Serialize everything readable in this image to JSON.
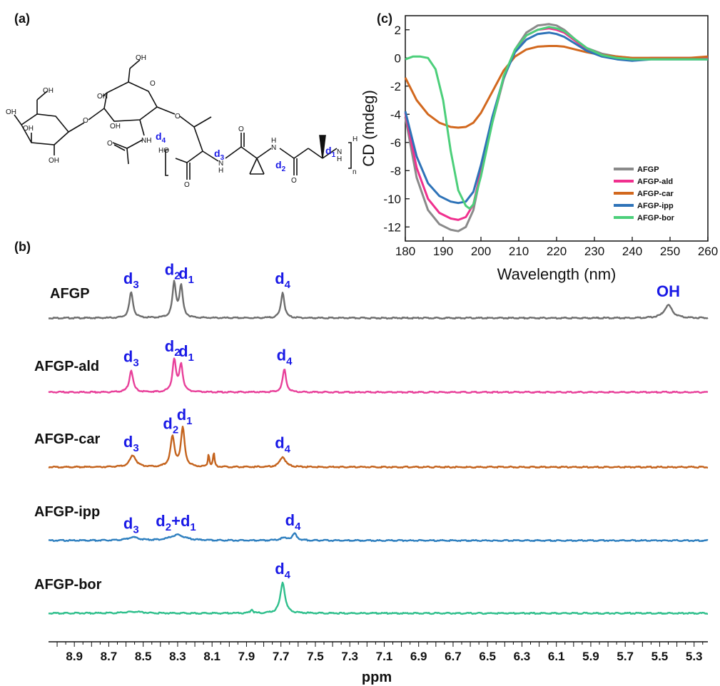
{
  "panel_labels": {
    "a": "(a)",
    "b": "(b)",
    "c": "(c)"
  },
  "colors": {
    "AFGP": "#6e6e6e",
    "AFGP-ald": "#e8409a",
    "AFGP-car": "#c4631d",
    "AFGP-ipp": "#2e7fbf",
    "AFGP-bor": "#2fbf8c",
    "cd_AFGP": "#8a8a8a",
    "cd_ald": "#f0308e",
    "cd_car": "#d2681e",
    "cd_ipp": "#2e73b8",
    "cd_bor": "#4ccf7a",
    "label_blue": "#1a1ae6"
  },
  "structure": {
    "atoms": [
      "OH",
      "OH",
      "OH",
      "OH",
      "O",
      "OH",
      "OH",
      "O",
      "OH",
      "NH",
      "O",
      "O",
      "HO",
      "O",
      "N",
      "H",
      "O",
      "N",
      "H",
      "O",
      "N",
      "H",
      "H",
      "n"
    ],
    "labels": [
      "d",
      "4",
      "d",
      "3",
      "d",
      "2",
      "d",
      "1"
    ]
  },
  "chart_data": [
    {
      "type": "line",
      "panel": "c",
      "xlabel": "Wavelength (nm)",
      "ylabel": "CD (mdeg)",
      "xlim": [
        180,
        260
      ],
      "ylim": [
        -13,
        3
      ],
      "xticks": [
        180,
        190,
        200,
        210,
        220,
        230,
        240,
        250,
        260
      ],
      "yticks": [
        -12,
        -10,
        -8,
        -6,
        -4,
        -2,
        0,
        2
      ],
      "grid": false,
      "legend": "lower-right",
      "series": [
        {
          "name": "AFGP",
          "color_key": "cd_AFGP",
          "x": [
            180,
            183,
            186,
            189,
            192,
            194,
            196,
            198,
            200,
            203,
            206,
            209,
            212,
            215,
            218,
            220,
            222,
            225,
            228,
            232,
            236,
            240,
            245,
            250,
            255,
            260
          ],
          "y": [
            -4.2,
            -8.5,
            -10.8,
            -11.8,
            -12.2,
            -12.3,
            -12.0,
            -10.8,
            -8.2,
            -4.6,
            -1.5,
            0.6,
            1.8,
            2.3,
            2.4,
            2.3,
            2.0,
            1.3,
            0.7,
            0.3,
            0.1,
            0.0,
            0.0,
            0.0,
            0.0,
            0.0
          ]
        },
        {
          "name": "AFGP-ald",
          "color_key": "cd_ald",
          "x": [
            180,
            183,
            186,
            189,
            192,
            194,
            196,
            198,
            200,
            203,
            206,
            209,
            212,
            215,
            218,
            220,
            222,
            225,
            228,
            232,
            236,
            240,
            245,
            250,
            255,
            260
          ],
          "y": [
            -3.9,
            -7.8,
            -10.0,
            -11.0,
            -11.4,
            -11.5,
            -11.3,
            -10.4,
            -8.0,
            -4.4,
            -1.4,
            0.5,
            1.6,
            2.0,
            2.1,
            2.0,
            1.8,
            1.2,
            0.6,
            0.2,
            0.0,
            -0.1,
            0.0,
            0.0,
            0.0,
            0.0
          ]
        },
        {
          "name": "AFGP-car",
          "color_key": "cd_car",
          "x": [
            180,
            183,
            186,
            189,
            192,
            194,
            196,
            198,
            200,
            203,
            206,
            209,
            212,
            215,
            218,
            220,
            222,
            225,
            228,
            232,
            236,
            240,
            245,
            250,
            255,
            260
          ],
          "y": [
            -1.4,
            -3.0,
            -4.0,
            -4.6,
            -4.9,
            -4.95,
            -4.9,
            -4.6,
            -3.9,
            -2.4,
            -0.9,
            0.1,
            0.6,
            0.8,
            0.85,
            0.85,
            0.8,
            0.6,
            0.4,
            0.2,
            0.1,
            0.0,
            0.0,
            0.0,
            0.0,
            0.1
          ]
        },
        {
          "name": "AFGP-ipp",
          "color_key": "cd_ipp",
          "x": [
            180,
            183,
            186,
            189,
            192,
            194,
            196,
            198,
            200,
            203,
            206,
            209,
            212,
            215,
            218,
            220,
            222,
            225,
            228,
            232,
            236,
            240,
            245,
            250,
            255,
            260
          ],
          "y": [
            -3.8,
            -7.0,
            -8.9,
            -9.8,
            -10.2,
            -10.3,
            -10.2,
            -9.5,
            -7.6,
            -4.2,
            -1.4,
            0.4,
            1.3,
            1.7,
            1.8,
            1.7,
            1.5,
            1.0,
            0.5,
            0.1,
            -0.1,
            -0.2,
            -0.1,
            -0.1,
            -0.1,
            -0.1
          ]
        },
        {
          "name": "AFGP-bor",
          "color_key": "cd_bor",
          "x": [
            180,
            182,
            184,
            186,
            188,
            190,
            192,
            194,
            196,
            197,
            198,
            200,
            203,
            206,
            209,
            212,
            215,
            218,
            220,
            222,
            225,
            228,
            232,
            236,
            240,
            245,
            250,
            255,
            260
          ],
          "y": [
            -0.1,
            0.1,
            0.1,
            0.0,
            -0.8,
            -3.0,
            -6.6,
            -9.4,
            -10.5,
            -10.7,
            -10.4,
            -8.4,
            -4.6,
            -1.3,
            0.6,
            1.6,
            2.0,
            2.2,
            2.1,
            1.9,
            1.3,
            0.7,
            0.2,
            0.0,
            -0.1,
            -0.1,
            -0.1,
            -0.1,
            -0.1
          ]
        }
      ]
    },
    {
      "type": "line",
      "panel": "b",
      "xlabel": "ppm",
      "xlim": [
        9.05,
        5.22
      ],
      "xticks": [
        8.9,
        8.7,
        8.5,
        8.3,
        8.1,
        7.9,
        7.7,
        7.5,
        7.3,
        7.1,
        6.9,
        6.7,
        6.5,
        6.3,
        6.1,
        5.9,
        5.7,
        5.5,
        5.3
      ],
      "spectra": [
        {
          "name": "AFGP",
          "color_key": "AFGP",
          "peaks": [
            {
              "ppm": 8.57,
              "height": 1.0,
              "width": 0.013
            },
            {
              "ppm": 8.32,
              "height": 1.35,
              "width": 0.012
            },
            {
              "ppm": 8.28,
              "height": 1.2,
              "width": 0.012
            },
            {
              "ppm": 7.69,
              "height": 1.0,
              "width": 0.012
            },
            {
              "ppm": 5.45,
              "height": 0.5,
              "width": 0.028
            }
          ],
          "annotations": [
            {
              "ppm": 8.57,
              "main": "d",
              "sub": "3"
            },
            {
              "ppm": 8.33,
              "main": "d",
              "sub": "2"
            },
            {
              "ppm": 8.25,
              "main": "d",
              "sub": "1"
            },
            {
              "ppm": 7.69,
              "main": "d",
              "sub": "4"
            },
            {
              "ppm": 5.45,
              "main": "OH",
              "sub": ""
            }
          ]
        },
        {
          "name": "AFGP-ald",
          "color_key": "AFGP-ald",
          "peaks": [
            {
              "ppm": 8.57,
              "height": 0.85,
              "width": 0.013
            },
            {
              "ppm": 8.32,
              "height": 1.25,
              "width": 0.012
            },
            {
              "ppm": 8.28,
              "height": 1.05,
              "width": 0.012
            },
            {
              "ppm": 7.68,
              "height": 0.9,
              "width": 0.012
            }
          ],
          "annotations": [
            {
              "ppm": 8.57,
              "main": "d",
              "sub": "3"
            },
            {
              "ppm": 8.33,
              "main": "d",
              "sub": "2"
            },
            {
              "ppm": 8.25,
              "main": "d",
              "sub": "1"
            },
            {
              "ppm": 7.68,
              "main": "d",
              "sub": "4"
            }
          ]
        },
        {
          "name": "AFGP-car",
          "color_key": "AFGP-car",
          "peaks": [
            {
              "ppm": 8.56,
              "height": 0.45,
              "width": 0.022
            },
            {
              "ppm": 8.33,
              "height": 1.15,
              "width": 0.014
            },
            {
              "ppm": 8.27,
              "height": 1.5,
              "width": 0.013
            },
            {
              "ppm": 8.12,
              "height": 0.5,
              "width": 0.005
            },
            {
              "ppm": 8.09,
              "height": 0.55,
              "width": 0.005
            },
            {
              "ppm": 7.69,
              "height": 0.4,
              "width": 0.02
            }
          ],
          "annotations": [
            {
              "ppm": 8.57,
              "main": "d",
              "sub": "3"
            },
            {
              "ppm": 8.34,
              "main": "d",
              "sub": "2"
            },
            {
              "ppm": 8.26,
              "main": "d",
              "sub": "1"
            },
            {
              "ppm": 7.69,
              "main": "d",
              "sub": "4"
            }
          ]
        },
        {
          "name": "AFGP-ipp",
          "color_key": "AFGP-ipp",
          "peaks": [
            {
              "ppm": 8.56,
              "height": 0.12,
              "width": 0.04
            },
            {
              "ppm": 8.3,
              "height": 0.22,
              "width": 0.05
            },
            {
              "ppm": 7.68,
              "height": 0.1,
              "width": 0.03
            },
            {
              "ppm": 7.62,
              "height": 0.25,
              "width": 0.015
            }
          ],
          "annotations": [
            {
              "ppm": 8.57,
              "main": "d",
              "sub": "3"
            },
            {
              "ppm": 8.31,
              "main": "d",
              "sub": "2",
              "extra_main": "+d",
              "extra_sub": "1"
            },
            {
              "ppm": 7.63,
              "main": "d",
              "sub": "4"
            }
          ]
        },
        {
          "name": "AFGP-bor",
          "color_key": "AFGP-bor",
          "peaks": [
            {
              "ppm": 8.55,
              "height": 0.06,
              "width": 0.06
            },
            {
              "ppm": 7.87,
              "height": 0.15,
              "width": 0.008
            },
            {
              "ppm": 7.69,
              "height": 1.2,
              "width": 0.016
            }
          ],
          "annotations": [
            {
              "ppm": 7.69,
              "main": "d",
              "sub": "4"
            }
          ]
        }
      ]
    }
  ]
}
